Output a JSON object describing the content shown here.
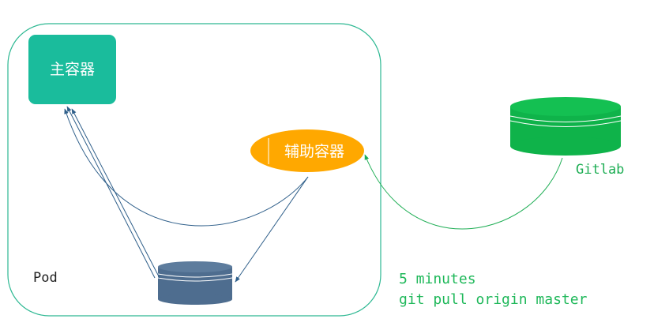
{
  "pod": {
    "label": "Pod"
  },
  "main_container": {
    "label": "主容器",
    "color": "#1abc9c"
  },
  "sidecar": {
    "label": "辅助容器",
    "color": "#ffa800"
  },
  "volume": {
    "color": "#4e6d8f"
  },
  "gitlab": {
    "label": "Gitlab",
    "color": "#0fb34a"
  },
  "note": {
    "line1": "5 minutes",
    "line2": "git pull origin master",
    "color": "#1fb85a"
  },
  "colors": {
    "pod_border": "#2db892",
    "arrow_blue": "#2f5f8a",
    "arrow_green": "#1fae55"
  }
}
